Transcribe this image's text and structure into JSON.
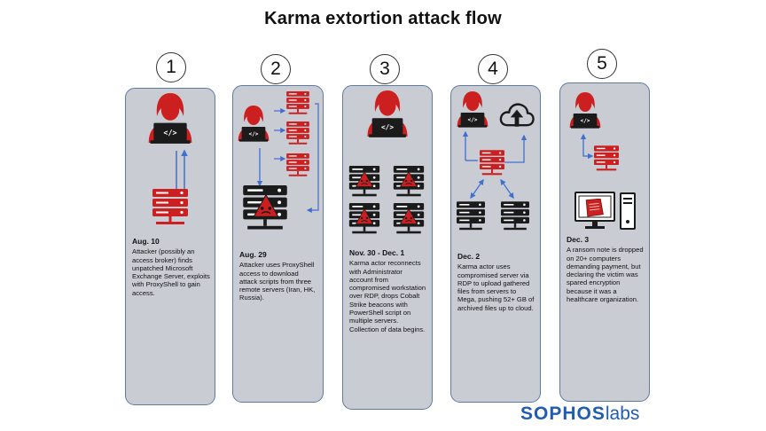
{
  "title": "Karma extortion attack flow",
  "steps": [
    {
      "number": "1",
      "date": "Aug. 10",
      "text": "Attacker (possibly an access broker) finds unpatched Microsoft Exchange Server, exploits with ProxyShell to gain access."
    },
    {
      "number": "2",
      "date": "Aug. 29",
      "text": "Attacker uses ProxyShell access to download attack scripts from three remote servers (Iran, HK, Russia)."
    },
    {
      "number": "3",
      "date": "Nov. 30 - Dec. 1",
      "text": "Karma actor reconnects with Administrator account from compromised workstation over RDP, drops Cobalt Strike beacons with PowerShell script on multiple servers. Collection of data begins."
    },
    {
      "number": "4",
      "date": "Dec. 2",
      "text": "Karma actor uses compromised server via RDP to upload gathered files from servers to Mega, pushing 52+ GB of archived files up to cloud."
    },
    {
      "number": "5",
      "date": "Dec. 3",
      "text": "A ransom note is dropped on 20+ computers demanding payment, but declaring the victim was spared encryption because it was a healthcare organization."
    }
  ],
  "logo": {
    "part1": "SOPHOS",
    "part2": "labs"
  },
  "icons": {
    "hacker": "hacker-laptop-icon",
    "server_red": "server-red-icon",
    "server_black": "server-black-icon",
    "warning": "warning-triangle-icon",
    "cloud_upload": "cloud-upload-icon",
    "computer": "desktop-computer-icon",
    "ransom_note": "ransom-note-icon"
  },
  "colors": {
    "red": "#cc1f1f",
    "dark": "#1b1b1b",
    "arrow": "#3e6fd1",
    "card": "#c9ccd3",
    "card_border": "#5f7aa0",
    "logo": "#1f5db4"
  }
}
